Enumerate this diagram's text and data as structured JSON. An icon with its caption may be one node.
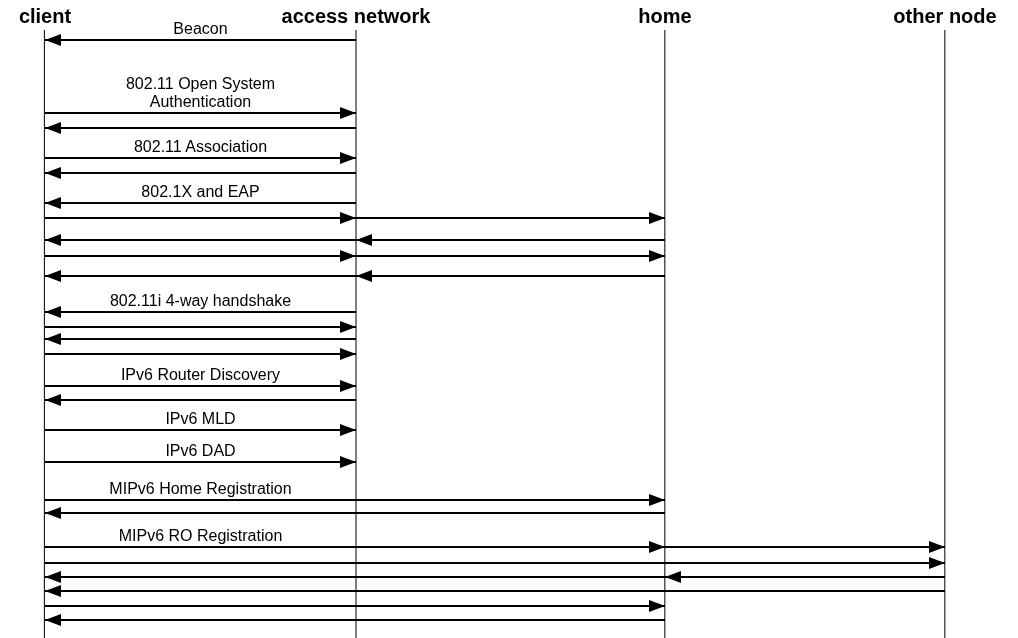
{
  "diagram": {
    "nodes": [
      {
        "text": [
          "client"
        ]
      },
      {
        "text": [
          "access network"
        ]
      },
      {
        "text": [
          "home"
        ]
      },
      {
        "text": [
          "other node"
        ]
      }
    ],
    "edges": [
      {
        "from": 1,
        "to": 0,
        "arrow": "to",
        "label": "Beacon"
      },
      {
        "from": 0,
        "to": 1,
        "arrow": "to",
        "label": "802.11 Open System Authentication"
      },
      {
        "from": 1,
        "to": 0,
        "arrow": "to"
      },
      {
        "from": 0,
        "to": 1,
        "arrow": "to",
        "label": "802.11 Association"
      },
      {
        "from": 1,
        "to": 0,
        "arrow": "to"
      },
      {
        "from": 1,
        "to": 0,
        "arrow": "to",
        "label": "802.1X and EAP"
      },
      {
        "from": 0,
        "to": 1,
        "arrow": "to"
      },
      {
        "from": 1,
        "to": 2,
        "arrow": "to"
      },
      {
        "from": 2,
        "to": 1,
        "arrow": "to"
      },
      {
        "from": 1,
        "to": 0,
        "arrow": "to"
      },
      {
        "from": 0,
        "to": 1,
        "arrow": "to"
      },
      {
        "from": 1,
        "to": 2,
        "arrow": "to"
      },
      {
        "from": 2,
        "to": 1,
        "arrow": "to"
      },
      {
        "from": 1,
        "to": 0,
        "arrow": "to"
      },
      {
        "from": 1,
        "to": 0,
        "arrow": "to",
        "label": "802.11i 4-way handshake"
      },
      {
        "from": 0,
        "to": 1,
        "arrow": "to"
      },
      {
        "from": 1,
        "to": 0,
        "arrow": "to"
      },
      {
        "from": 0,
        "to": 1,
        "arrow": "to"
      },
      {
        "from": 0,
        "to": 1,
        "arrow": "to",
        "label": "IPv6 Router Discovery"
      },
      {
        "from": 1,
        "to": 0,
        "arrow": "to"
      },
      {
        "from": 0,
        "to": 1,
        "arrow": "to",
        "label": "IPv6 MLD"
      },
      {
        "from": 0,
        "to": 1,
        "arrow": "to",
        "label": "IPv6 DAD"
      },
      {
        "from": 0,
        "to": 2,
        "arrow": "to",
        "label": "MIPv6 Home Registration"
      },
      {
        "from": 2,
        "to": 0,
        "arrow": "to"
      },
      {
        "from": 0,
        "to": 2,
        "arrow": "to",
        "label": "MIPv6 RO Registration"
      },
      {
        "from": 2,
        "to": 3,
        "arrow": "to"
      },
      {
        "from": 0,
        "to": 3,
        "arrow": "to"
      },
      {
        "from": 3,
        "to": 2,
        "arrow": "to"
      },
      {
        "from": 2,
        "to": 0,
        "arrow": "to"
      },
      {
        "from": 3,
        "to": 0,
        "arrow": "to"
      },
      {
        "from": 0,
        "to": 2,
        "arrow": "to"
      },
      {
        "from": 2,
        "to": 0,
        "arrow": "to"
      }
    ]
  }
}
